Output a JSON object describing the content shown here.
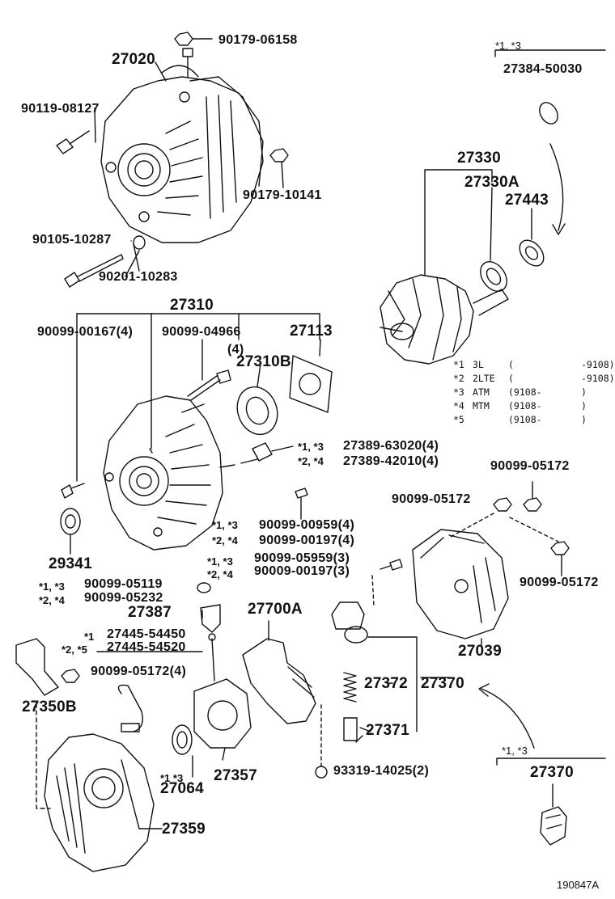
{
  "diagram_id": "190847A",
  "parts": {
    "n_90179_06158": "90179-06158",
    "n_27020": "27020",
    "n_90119_08127": "90119-08127",
    "n_90179_10141": "90179-10141",
    "n_90105_10287": "90105-10287",
    "n_90201_10283": "90201-10283",
    "n_27310": "27310",
    "n_90099_00167": "90099-00167(4)",
    "n_90099_04966": "90099-04966",
    "n_qty4": "(4)",
    "n_27113": "27113",
    "n_27310B": "27310B",
    "n_27389_63020": "27389-63020(4)",
    "n_27389_42010": "27389-42010(4)",
    "n_90099_00959": "90099-00959(4)",
    "n_90099_00197": "90099-00197(4)",
    "n_29341": "29341",
    "n_90099_05959": "90099-05959(3)",
    "n_90009_00197": "90009-00197(3)",
    "n_90099_05119": "90099-05119",
    "n_90099_05232": "90099-05232",
    "n_27387": "27387",
    "n_27700A": "27700A",
    "n_27445_54450": "27445-54450",
    "n_27445_54520": "27445-54520",
    "n_90099_05172_4": "90099-05172(4)",
    "n_27350B": "27350B",
    "n_27064": "27064",
    "n_27357": "27357",
    "n_27359": "27359",
    "n_93319_14025": "93319-14025(2)",
    "n_27372": "27372",
    "n_27370": "27370",
    "n_27371": "27371",
    "n_27039": "27039",
    "n_90099_05172_a": "90099-05172",
    "n_90099_05172_b": "90099-05172",
    "n_90099_05172_c": "90099-05172",
    "n_27384_50030": "27384-50030",
    "n_27330": "27330",
    "n_27330A": "27330A",
    "n_27443": "27443",
    "n_27370_b": "27370"
  },
  "notes": {
    "s13": "*1, *3",
    "s24": "*2, *4",
    "s1": "*1",
    "s25": "*2, *5",
    "s1_3_stack": "*1 *3"
  },
  "legend": [
    {
      "mark": "*1",
      "code": "3L",
      "from": "(",
      "to": "-9108)"
    },
    {
      "mark": "*2",
      "code": "2LTE",
      "from": "(",
      "to": "-9108)"
    },
    {
      "mark": "*3",
      "code": "ATM",
      "from": "(9108-",
      "to": ")"
    },
    {
      "mark": "*4",
      "code": "MTM",
      "from": "(9108-",
      "to": ")"
    },
    {
      "mark": "*5",
      "code": "",
      "from": "(9108-",
      "to": ")"
    }
  ]
}
